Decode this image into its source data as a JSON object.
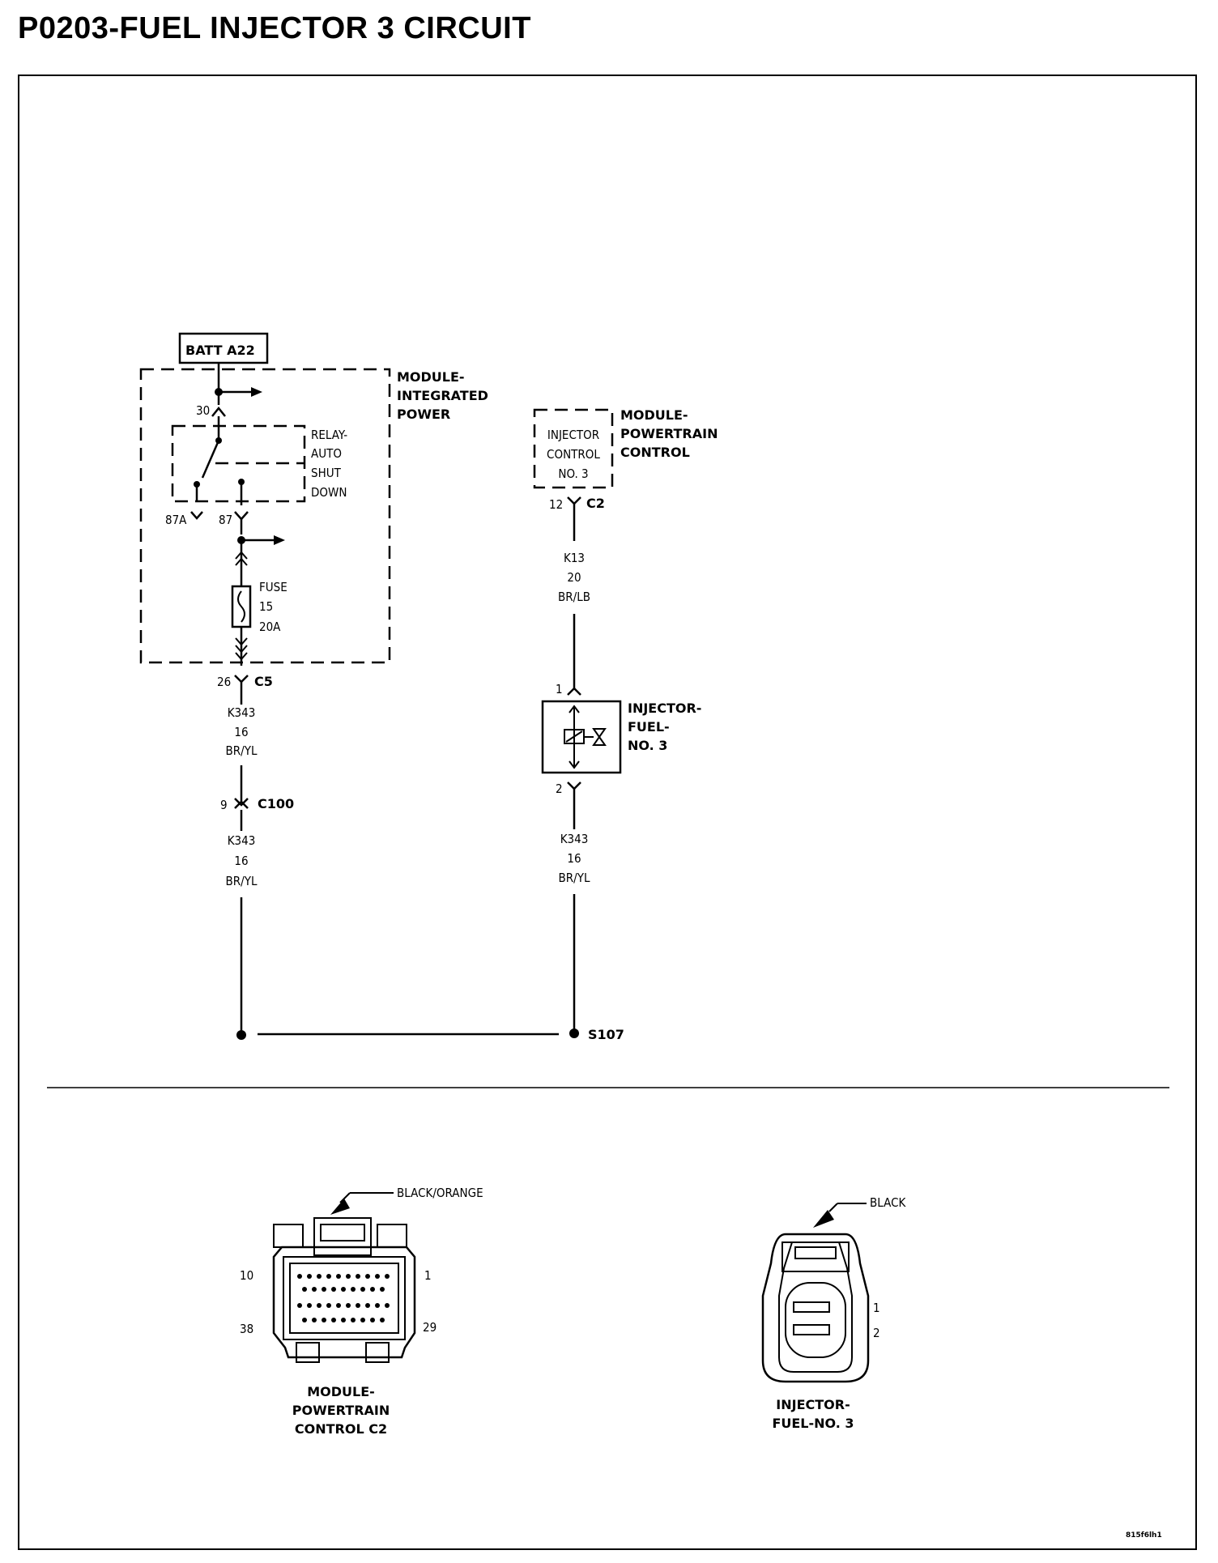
{
  "title": "P0203-FUEL INJECTOR 3 CIRCUIT",
  "batt": "BATT A22",
  "module_ipm": [
    "MODULE-",
    "INTEGRATED",
    "POWER"
  ],
  "module_pcm": [
    "MODULE-",
    "POWERTRAIN",
    "CONTROL"
  ],
  "relay": [
    "RELAY-",
    "AUTO",
    "SHUT",
    "DOWN"
  ],
  "pins": {
    "p30": "30",
    "p87a": "87A",
    "p87": "87",
    "p26": "26",
    "p9": "9",
    "p12": "12",
    "inj1": "1",
    "inj2": "2"
  },
  "fuse": [
    "FUSE",
    "15",
    "20A"
  ],
  "connectors": {
    "c5": "C5",
    "c100": "C100",
    "c2": "C2",
    "s107": "S107"
  },
  "wires": {
    "w1": [
      "K343",
      "16",
      "BR/YL"
    ],
    "w2": [
      "K343",
      "16",
      "BR/YL"
    ],
    "w3": [
      "K13",
      "20",
      "BR/LB"
    ],
    "w4": [
      "K343",
      "16",
      "BR/YL"
    ]
  },
  "injector_control": [
    "INJECTOR",
    "CONTROL",
    "NO. 3"
  ],
  "injector_label": [
    "INJECTOR-",
    "FUEL-",
    "NO. 3"
  ],
  "pcm_connector": {
    "color": "BLACK/ORANGE",
    "pins": [
      "10",
      "1",
      "38",
      "29"
    ],
    "name": [
      "MODULE-",
      "POWERTRAIN",
      "CONTROL C2"
    ]
  },
  "inj_connector": {
    "color": "BLACK",
    "pins": [
      "1",
      "2"
    ],
    "name": [
      "INJECTOR-",
      "FUEL-NO. 3"
    ]
  },
  "figure_id": "815f6lh1"
}
